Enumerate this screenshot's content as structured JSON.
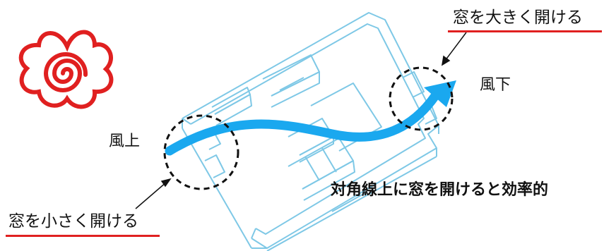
{
  "labels": {
    "open_window_large": "窓を大きく開ける",
    "open_window_small": "窓を小さく開ける",
    "downwind": "風下",
    "upwind": "風上",
    "caption": "対角線上に窓を開けると効率的"
  },
  "colors": {
    "room_line": "#7ec8e6",
    "airflow": "#1aa8ef",
    "underline": "#e02020",
    "logo": "#e02020",
    "text": "#111111"
  },
  "icons": {
    "logo": "red-spiral-flower-icon"
  }
}
